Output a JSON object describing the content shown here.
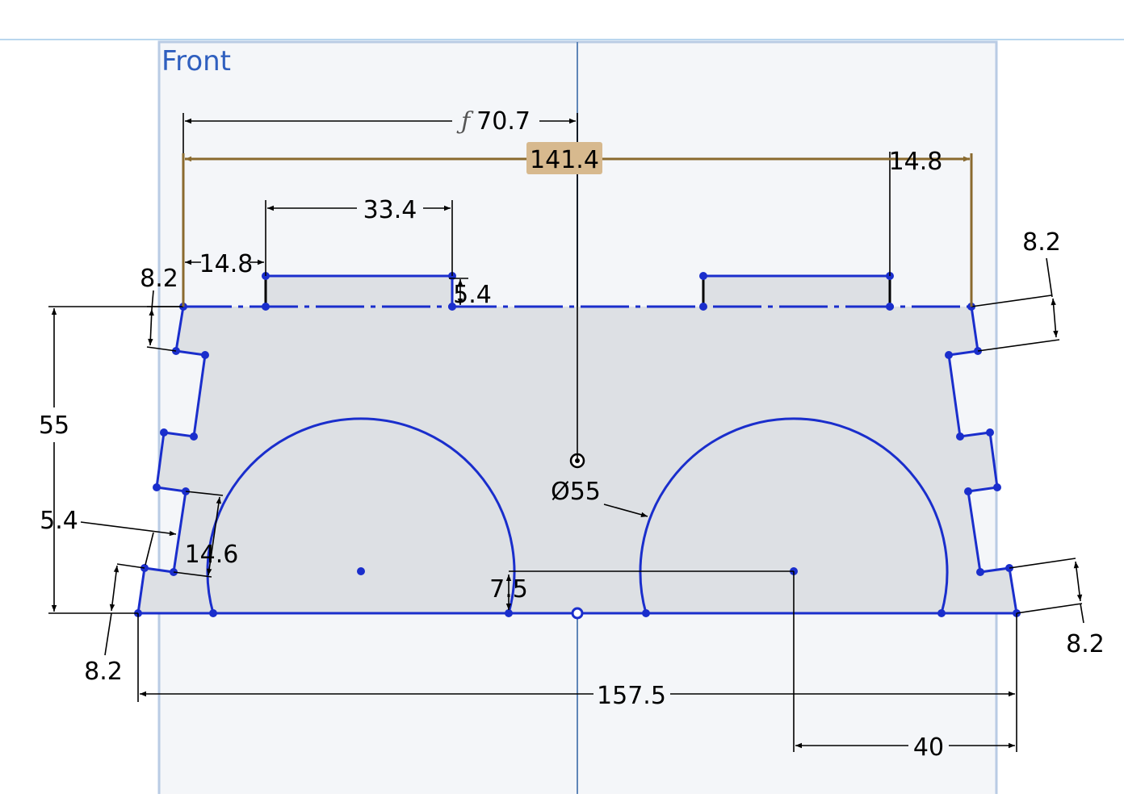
{
  "plane": {
    "label": "Front"
  },
  "colors": {
    "sketch": "#1a2ecc",
    "dimension": "#000000",
    "driven_dimension": "#8a6a2e",
    "driven_label_bg": "#d7b98e",
    "plane_fill": "#f4f6f9",
    "plane_border": "#b9cbe4",
    "region_fill": "#dde0e4"
  },
  "dimensions": {
    "half_width": {
      "prefix": "ƒ",
      "value": "70.7"
    },
    "driven_width": "141.4",
    "top_step_right": "14.8",
    "top_step_left": "14.8",
    "boss_width": "33.4",
    "boss_height": "5.4",
    "chamfer_top_left": "8.2",
    "chamfer_top_right": "8.2",
    "height": "55",
    "notch_depth": "5.4",
    "notch_height": "14.6",
    "chamfer_bottom_left": "8.2",
    "chamfer_bottom_right": "8.2",
    "arc_diameter": "Ø55",
    "arc_offset": "7.5",
    "bottom_width": "157.5",
    "arc_center": "40"
  }
}
